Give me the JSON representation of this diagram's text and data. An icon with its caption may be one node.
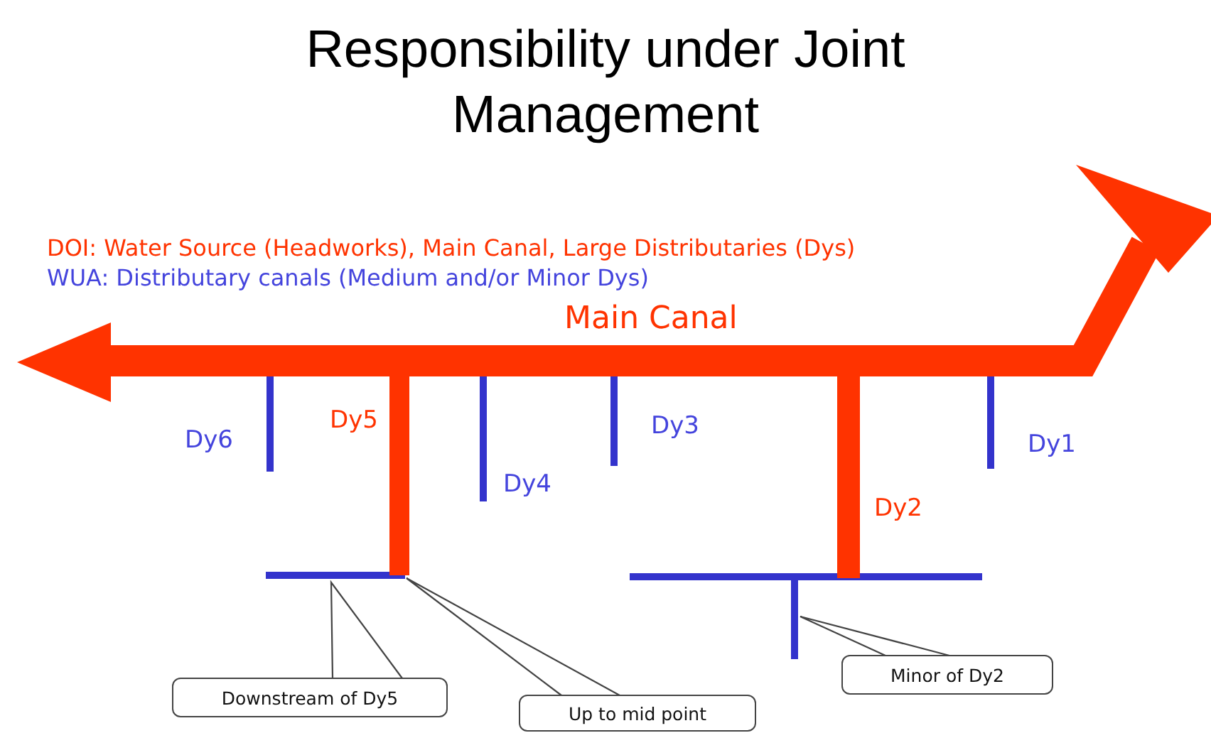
{
  "diagram": {
    "title": "Responsibility under Joint Management",
    "nodes": [
      {
        "text": [
          "Downstream of Dy5"
        ]
      },
      {
        "text": [
          "Up to mid point"
        ]
      },
      {
        "text": [
          "Minor of Dy2"
        ]
      }
    ],
    "edges": [
      {
        "from": 0,
        "to": null,
        "arrow": "none"
      },
      {
        "from": 1,
        "to": null,
        "arrow": "none"
      },
      {
        "from": 2,
        "to": null,
        "arrow": "none"
      }
    ],
    "labels": [
      "DOI:  Water Source (Headworks), Main Canal, Large Distributaries (Dys)",
      "WUA: Distributary canals (Medium and/or Minor Dys)",
      "Main Canal",
      "Dy5",
      "Dy3",
      "Dy6",
      "Dy1",
      "Dy4",
      "Dy2"
    ]
  }
}
